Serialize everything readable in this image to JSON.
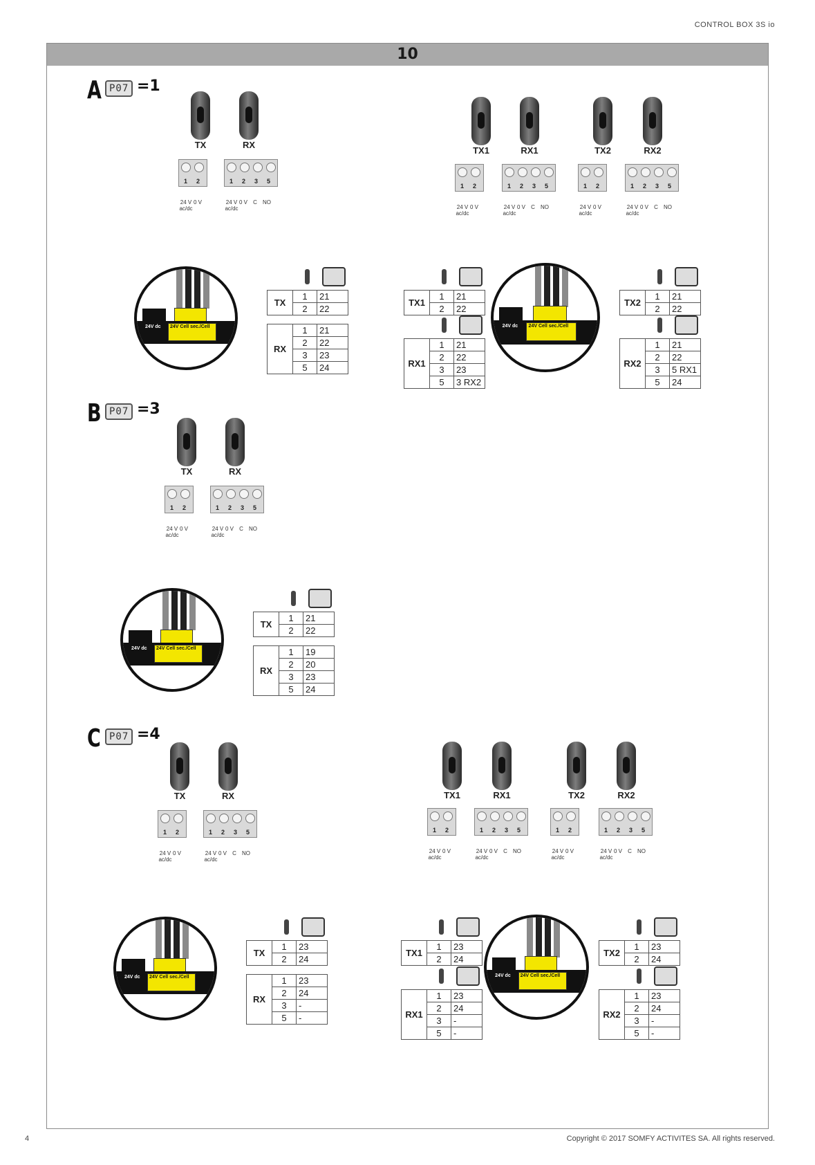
{
  "header": {
    "title": "CONTROL BOX 3S io"
  },
  "figure": {
    "number": "10"
  },
  "param": {
    "code": "P07"
  },
  "sections": [
    {
      "letter": "A",
      "value": "1"
    },
    {
      "letter": "B",
      "value": "3"
    },
    {
      "letter": "C",
      "value": "4"
    }
  ],
  "labels": {
    "tx": "TX",
    "rx": "RX",
    "tx1": "TX1",
    "rx1": "RX1",
    "tx2": "TX2",
    "rx2": "RX2"
  },
  "terminals": {
    "tx": [
      "1",
      "2"
    ],
    "rx": [
      "1",
      "2",
      "3",
      "5"
    ],
    "tx_sig": [
      "24 V\nac/dc",
      "0 V"
    ],
    "rx_sig": [
      "24 V\nac/dc",
      "0 V",
      "C",
      "NO"
    ]
  },
  "tables": {
    "A_single": {
      "TX": [
        [
          "1",
          "21"
        ],
        [
          "2",
          "22"
        ]
      ],
      "RX": [
        [
          "1",
          "21"
        ],
        [
          "2",
          "22"
        ],
        [
          "3",
          "23"
        ],
        [
          "5",
          "24"
        ]
      ]
    },
    "A_TX1": [
      [
        "1",
        "21"
      ],
      [
        "2",
        "22"
      ]
    ],
    "A_RX1": [
      [
        "1",
        "21"
      ],
      [
        "2",
        "22"
      ],
      [
        "3",
        "23"
      ],
      [
        "5",
        "3 RX2"
      ]
    ],
    "A_TX2": [
      [
        "1",
        "21"
      ],
      [
        "2",
        "22"
      ]
    ],
    "A_RX2": [
      [
        "1",
        "21"
      ],
      [
        "2",
        "22"
      ],
      [
        "3",
        "5 RX1"
      ],
      [
        "5",
        "24"
      ]
    ],
    "B_single": {
      "TX": [
        [
          "1",
          "21"
        ],
        [
          "2",
          "22"
        ]
      ],
      "RX": [
        [
          "1",
          "19"
        ],
        [
          "2",
          "20"
        ],
        [
          "3",
          "23"
        ],
        [
          "5",
          "24"
        ]
      ]
    },
    "C_single": {
      "TX": [
        [
          "1",
          "23"
        ],
        [
          "2",
          "24"
        ]
      ],
      "RX": [
        [
          "1",
          "23"
        ],
        [
          "2",
          "24"
        ],
        [
          "3",
          "-"
        ],
        [
          "5",
          "-"
        ]
      ]
    },
    "C_TX1": [
      [
        "1",
        "23"
      ],
      [
        "2",
        "24"
      ]
    ],
    "C_RX1": [
      [
        "1",
        "23"
      ],
      [
        "2",
        "24"
      ],
      [
        "3",
        "-"
      ],
      [
        "5",
        "-"
      ]
    ],
    "C_TX2": [
      [
        "1",
        "23"
      ],
      [
        "2",
        "24"
      ]
    ],
    "C_RX2": [
      [
        "1",
        "23"
      ],
      [
        "2",
        "24"
      ],
      [
        "3",
        "-"
      ],
      [
        "5",
        "-"
      ]
    ]
  },
  "board": {
    "labels": [
      "24V dc",
      "24V Cell",
      "sec./Cell"
    ]
  },
  "footer": {
    "page": "4",
    "copyright": "Copyright © 2017 SOMFY ACTIVITES SA. All rights reserved."
  }
}
